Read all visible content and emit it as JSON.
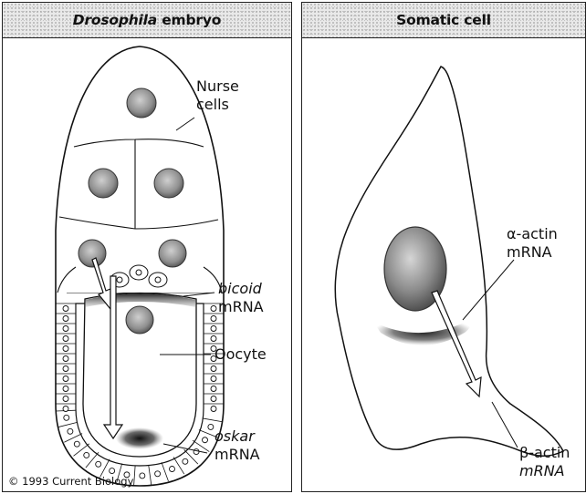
{
  "left_panel": {
    "title_italic": "Drosophila",
    "title_rest": " embryo",
    "labels": {
      "nurse_cells_line1": "Nurse",
      "nurse_cells_line2": "cells",
      "bicoid_italic": "bicoid",
      "bicoid_mrna": "mRNA",
      "oocyte": "Oocyte",
      "oskar_italic": "oskar",
      "oskar_mrna": "mRNA"
    },
    "copyright": "© 1993 Current Biology"
  },
  "right_panel": {
    "title": "Somatic cell",
    "labels": {
      "alpha_actin_line1": "α-actin",
      "alpha_actin_line2": "mRNA",
      "beta_actin_line1": "β-actin",
      "beta_actin_line2": "mRNA"
    }
  }
}
